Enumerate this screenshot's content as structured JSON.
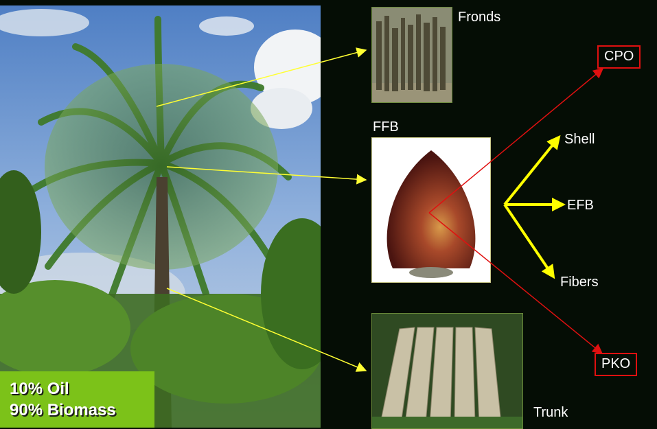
{
  "labels": {
    "fronds": "Fronds",
    "ffb": "FFB",
    "trunk": "Trunk",
    "shell": "Shell",
    "efb": "EFB",
    "fibers": "Fibers",
    "cpo": "CPO",
    "pko": "PKO"
  },
  "summary": {
    "oil": "10% Oil",
    "biomass": "90% Biomass"
  },
  "colors": {
    "background": "#050d05",
    "summary_box": "#7cc219",
    "photo_arrows": "#ffff33",
    "process_arrows": "#ffff00",
    "oil_arrows": "#e01010"
  },
  "images": {
    "palm": "oil palm tree photo",
    "fronds": "cut fronds photo",
    "ffb": "fresh fruit bunch photo",
    "trunk": "trunk planks photo"
  }
}
